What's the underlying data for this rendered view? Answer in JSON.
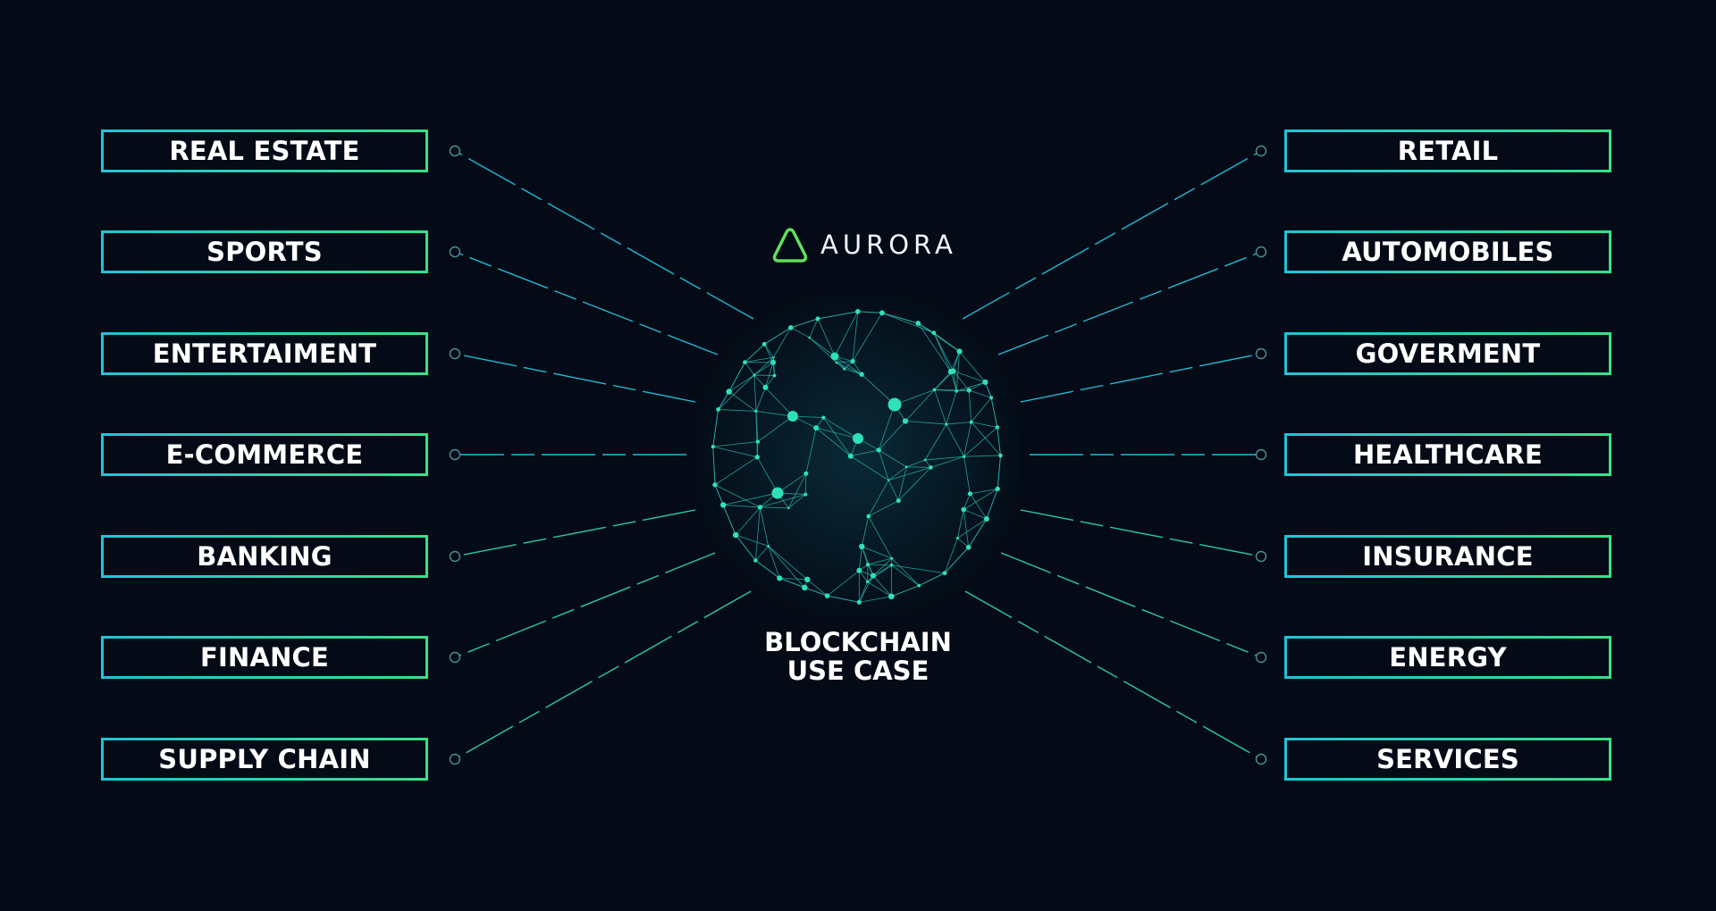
{
  "brand": {
    "name": "AURORA",
    "logo_icon": "triangle-logo-icon",
    "accent_color": "#5fe05a"
  },
  "center": {
    "title_line1": "BLOCKCHAIN",
    "title_line2": "USE CASE",
    "icon": "network-globe-icon"
  },
  "left_items": [
    "REAL ESTATE",
    "SPORTS",
    "ENTERTAIMENT",
    "E-COMMERCE",
    "BANKING",
    "FINANCE",
    "SUPPLY CHAIN"
  ],
  "right_items": [
    "RETAIL",
    "AUTOMOBILES",
    "GOVERMENT",
    "HEALTHCARE",
    "INSURANCE",
    "ENERGY",
    "SERVICES"
  ],
  "colors": {
    "background": "#040b16",
    "cyan": "#1fc4d8",
    "green": "#37e08a",
    "text": "#ffffff"
  }
}
